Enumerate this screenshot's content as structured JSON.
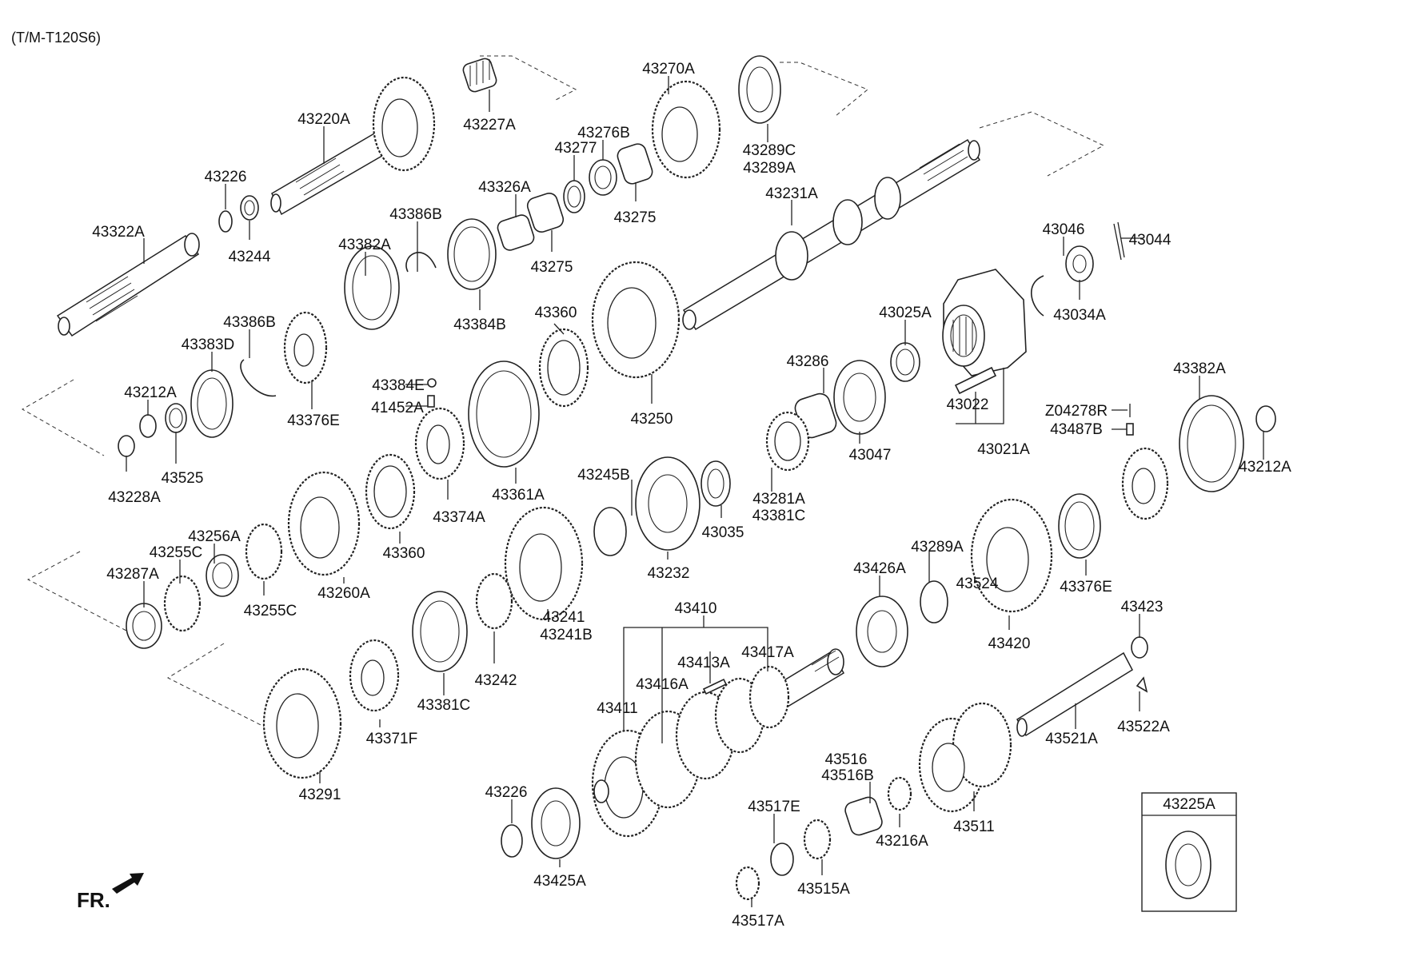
{
  "diagram": {
    "title": "(T/M-T120S6)",
    "front_label": "FR.",
    "callout_box_label": "43225A",
    "part_labels": [
      "43322A",
      "43226",
      "43244",
      "43220A",
      "43227A",
      "43270A",
      "43289C",
      "43289A",
      "43276B",
      "43277",
      "43326A",
      "43275",
      "43275",
      "43231A",
      "43386B",
      "43382A",
      "43384B",
      "43386B",
      "43383D",
      "43212A",
      "43376E",
      "43384E",
      "41452A",
      "43228A",
      "43525",
      "43360",
      "43250",
      "43046",
      "43044",
      "43034A",
      "43025A",
      "43286",
      "43047",
      "43022",
      "43021A",
      "Z04278R",
      "43487B",
      "43382A",
      "43212A",
      "43361A",
      "43374A",
      "43245B",
      "43035",
      "43281A",
      "43381C",
      "43256A",
      "43255C",
      "43287A",
      "43255C",
      "43260A",
      "43360",
      "43232",
      "43289A",
      "43376E",
      "43524",
      "43241",
      "43241B",
      "43426A",
      "43423",
      "43420",
      "43410",
      "43413A",
      "43417A",
      "43416A",
      "43381C",
      "43242",
      "43371F",
      "43411",
      "43291",
      "43521A",
      "43522A",
      "43516",
      "43516B",
      "43226",
      "43517E",
      "43216A",
      "43511",
      "43425A",
      "43515A",
      "43517A"
    ]
  }
}
